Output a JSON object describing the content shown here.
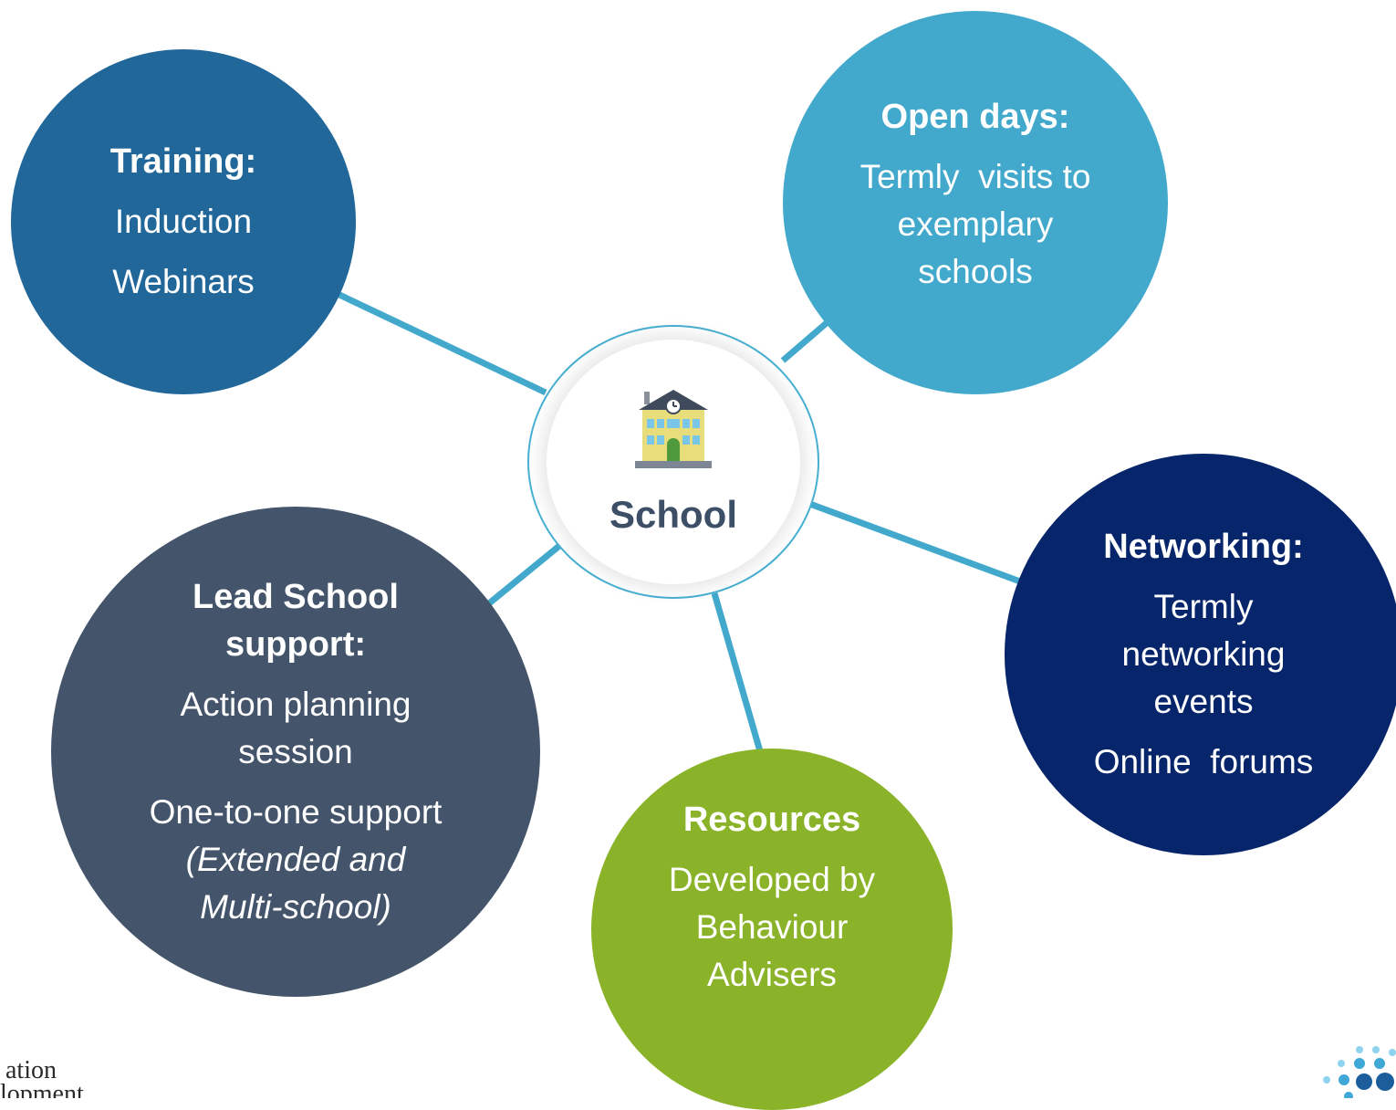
{
  "center": {
    "label": "School",
    "icon": "school-building-icon"
  },
  "hubs": {
    "training": {
      "heading": "Training:",
      "lines": [
        "Induction",
        "Webinars"
      ],
      "color": "#21679a"
    },
    "open_days": {
      "heading": "Open days:",
      "lines": [
        "Termly  visits to",
        "exemplary",
        "schools"
      ],
      "color": "#43a9cc"
    },
    "networking": {
      "heading": "Networking:",
      "lines": [
        "Termly",
        "networking",
        "events",
        "Online  forums"
      ],
      "color": "#07256a"
    },
    "resources": {
      "heading": "Resources",
      "lines": [
        "Developed by",
        "Behaviour",
        "Advisers"
      ],
      "color": "#8ab329"
    },
    "lead_school": {
      "heading_1": "Lead School",
      "heading_2": "support:",
      "lines": [
        "Action planning",
        "session",
        "One-to-one support"
      ],
      "italic_lines": [
        "(Extended and",
        "Multi-school)"
      ],
      "color": "#44546b"
    }
  },
  "footer": {
    "logo_line_1": "ation",
    "logo_line_2": "lopment",
    "brand_mark": "dot-cluster-logo"
  },
  "connector_color": "#43a9cc"
}
